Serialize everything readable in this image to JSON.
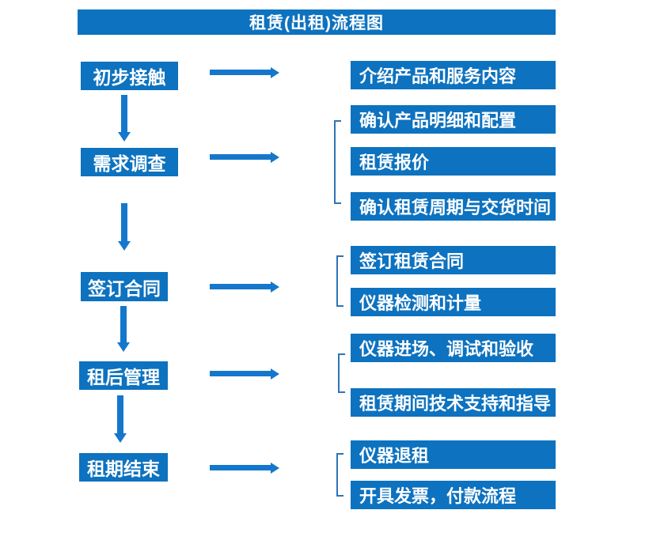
{
  "title": "租赁(出租)流程图",
  "colors": {
    "box_blue": "#0d72bf",
    "arrow_blue": "#1477cc",
    "bracket_blue": "#2e74b6",
    "text_white": "#ffffff",
    "background": "#ffffff"
  },
  "stages": [
    {
      "label": "初步接触",
      "details": [
        "介绍产品和服务内容"
      ]
    },
    {
      "label": "需求调查",
      "details": [
        "确认产品明细和配置",
        "租赁报价",
        "确认租赁周期与交货时间"
      ]
    },
    {
      "label": "签订合同",
      "details": [
        "签订租赁合同",
        "仪器检测和计量"
      ]
    },
    {
      "label": "租后管理",
      "details": [
        "仪器进场、调试和验收",
        "租赁期间技术支持和指导"
      ]
    },
    {
      "label": "租期结束",
      "details": [
        "仪器退租",
        "开具发票，付款流程"
      ]
    }
  ]
}
